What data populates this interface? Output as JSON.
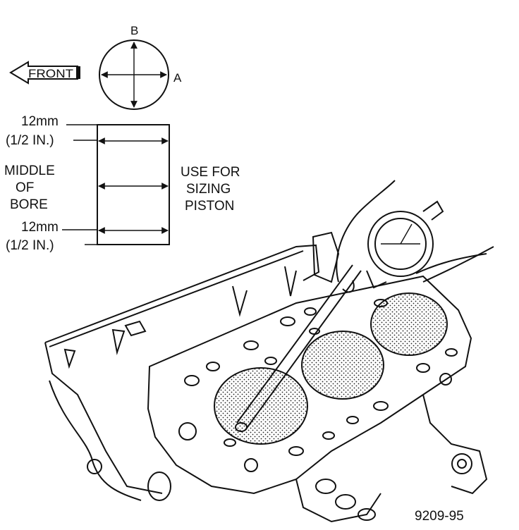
{
  "labels": {
    "front": "FRONT",
    "axis_b": "B",
    "axis_a": "A",
    "top_measure_mm": "12mm",
    "top_measure_in": "(1/2 IN.)",
    "middle_line1": "MIDDLE",
    "middle_line2": "OF",
    "middle_line3": "BORE",
    "use_line1": "USE FOR",
    "use_line2": "SIZING",
    "use_line3": "PISTON",
    "bottom_measure_mm": "12mm",
    "bottom_measure_in": "(1/2 IN.)",
    "figure_id": "9209-95"
  },
  "colors": {
    "ink": "#111111",
    "paper": "#ffffff"
  }
}
